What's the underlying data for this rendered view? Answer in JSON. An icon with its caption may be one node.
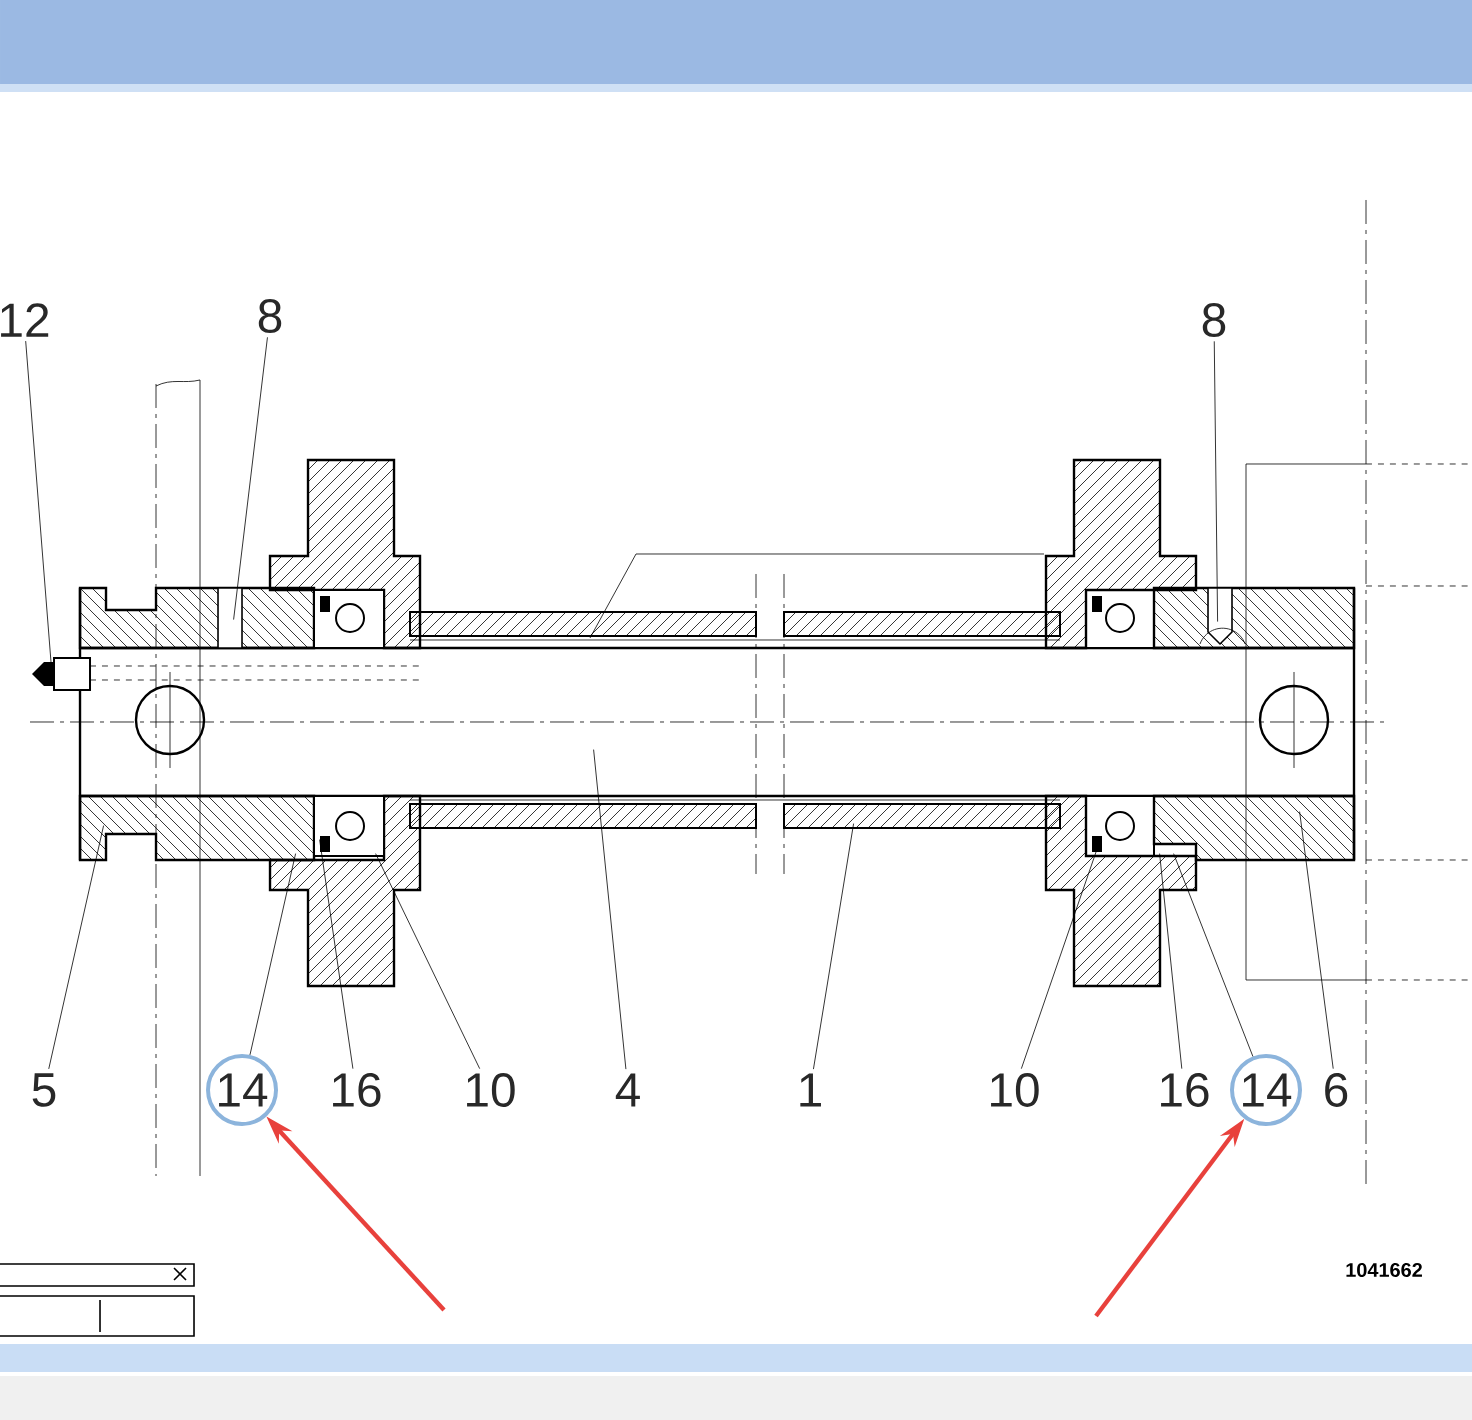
{
  "diagram": {
    "nodes": [
      {
        "text": [
          "12"
        ]
      },
      {
        "text": [
          "8"
        ]
      },
      {
        "text": [
          "8"
        ]
      },
      {
        "text": [
          "5"
        ]
      },
      {
        "text": [
          "14"
        ]
      },
      {
        "text": [
          "16"
        ]
      },
      {
        "text": [
          "10"
        ]
      },
      {
        "text": [
          "4"
        ]
      },
      {
        "text": [
          "1"
        ]
      },
      {
        "text": [
          "10"
        ]
      },
      {
        "text": [
          "16"
        ]
      },
      {
        "text": [
          "14"
        ]
      },
      {
        "text": [
          "6"
        ]
      },
      {
        "text": [],
        "shape": "picture"
      }
    ],
    "edges": [
      {
        "from": 0,
        "to": 13,
        "arrow": "none"
      },
      {
        "from": 1,
        "to": 13,
        "arrow": "none"
      },
      {
        "from": 2,
        "to": 13,
        "arrow": "none"
      },
      {
        "from": 3,
        "to": 13,
        "arrow": "none"
      },
      {
        "from": 4,
        "to": 13,
        "arrow": "none"
      },
      {
        "from": 5,
        "to": 13,
        "arrow": "none"
      },
      {
        "from": 6,
        "to": 13,
        "arrow": "none"
      },
      {
        "from": 7,
        "to": 13,
        "arrow": "none"
      },
      {
        "from": 8,
        "to": 13,
        "arrow": "none"
      },
      {
        "from": 9,
        "to": 13,
        "arrow": "none"
      },
      {
        "from": 10,
        "to": 13,
        "arrow": "none"
      },
      {
        "from": 11,
        "to": 13,
        "arrow": "none"
      },
      {
        "from": 12,
        "to": 13,
        "arrow": "none"
      },
      {
        "from": null,
        "to": 4,
        "arrow": "to",
        "style": "thick",
        "color": "#e8413c"
      },
      {
        "from": null,
        "to": 11,
        "arrow": "to",
        "style": "thick",
        "color": "#e8413c"
      }
    ],
    "labels": [
      "1041662"
    ]
  }
}
